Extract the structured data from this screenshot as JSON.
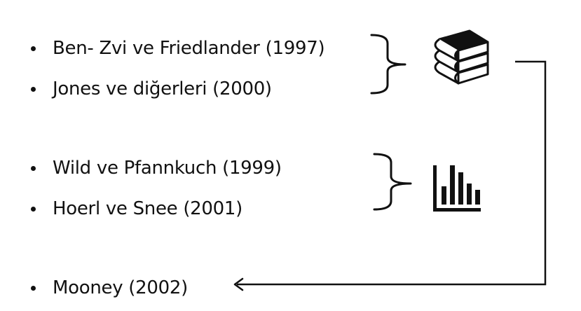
{
  "groups": [
    {
      "icon": "books-icon",
      "items": [
        {
          "text": "Ben- Zvi ve Friedlander (1997)"
        },
        {
          "text": "Jones ve diğerleri (2000)"
        }
      ]
    },
    {
      "icon": "bar-chart-icon",
      "items": [
        {
          "text": "Wild ve Pfannkuch (1999)"
        },
        {
          "text": "Hoerl ve Snee (2001)"
        }
      ]
    }
  ],
  "target": {
    "text": "Mooney (2002)"
  },
  "colors": {
    "ink": "#111111",
    "background": "#ffffff"
  }
}
